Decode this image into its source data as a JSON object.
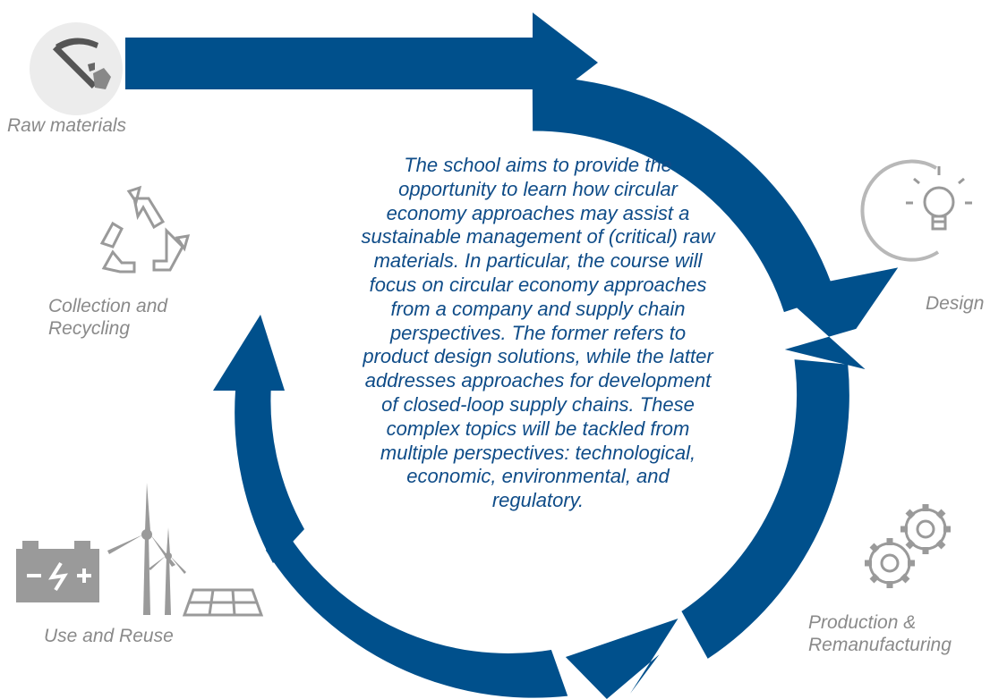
{
  "stages": {
    "raw_materials": "Raw materials",
    "design": "Design",
    "production_line1": "Production &",
    "production_line2": "Remanufacturing",
    "use_reuse": "Use and Reuse",
    "collection_line1": "Collection and",
    "collection_line2": "Recycling"
  },
  "description_lines": [
    "The school aims to provide the",
    "opportunity to learn how circular",
    "economy approaches may assist a",
    "sustainable management of (critical) raw",
    "materials. In particular, the course will",
    "focus on circular economy approaches",
    "from a company and supply chain",
    "perspectives. The former refers to",
    "product design solutions, while the latter",
    "addresses approaches for development",
    "of closed-loop supply chains. These",
    "complex topics will be tackled from",
    "multiple perspectives: technological,",
    "economic, environmental, and",
    "regulatory."
  ],
  "colors": {
    "arrow": "#00508c",
    "label_text": "#8a8a8a",
    "center_text": "#0f4c88",
    "icon": "#9a9a9a"
  },
  "icons": [
    "pickaxe-icon",
    "lightbulb-icon",
    "gears-icon",
    "battery-icon",
    "wind-turbine-icon",
    "solar-panel-icon",
    "recycle-icon"
  ]
}
